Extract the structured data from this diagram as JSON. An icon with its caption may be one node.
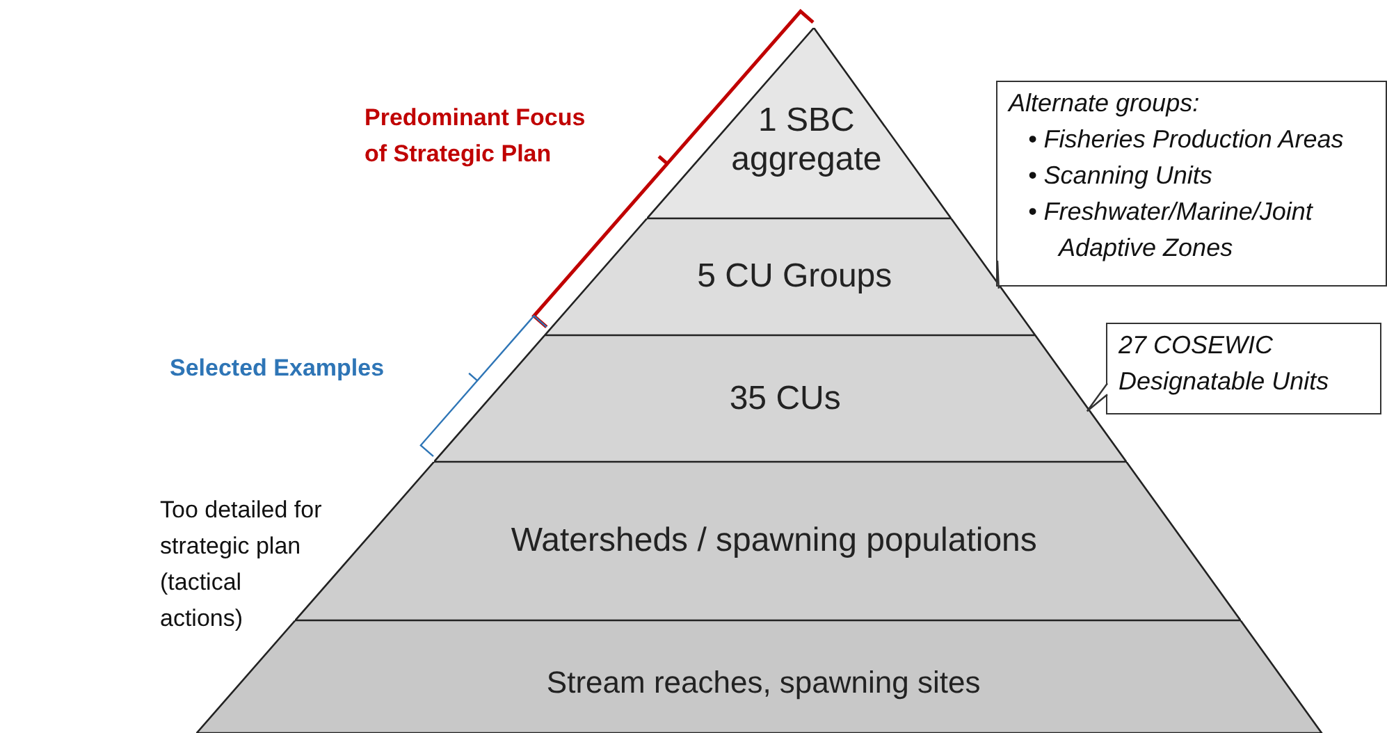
{
  "diagram": {
    "nodes": [
      {
        "text": [
          "1 SBC aggregate"
        ]
      },
      {
        "text": [
          "5 CU Groups"
        ]
      },
      {
        "text": [
          "35 CUs"
        ]
      },
      {
        "text": [
          "Watersheds / spawning populations"
        ]
      },
      {
        "text": [
          "Stream reaches, spawning sites"
        ]
      },
      {
        "text": [
          "Alternate groups:",
          "• Fisheries Production Areas",
          "• Scanning Units",
          "• Freshwater/Marine/Joint Adaptive Zones"
        ]
      },
      {
        "text": [
          "27 COSEWIC Designatable Units"
        ]
      }
    ],
    "edges": [
      {
        "from": 5,
        "to": 1,
        "arrow": "none"
      },
      {
        "from": 6,
        "to": 2,
        "arrow": "none"
      }
    ],
    "labels": [
      "Predominant Focus of Strategic Plan",
      "Selected Examples",
      "Too detailed for strategic plan (tactical actions)"
    ]
  }
}
